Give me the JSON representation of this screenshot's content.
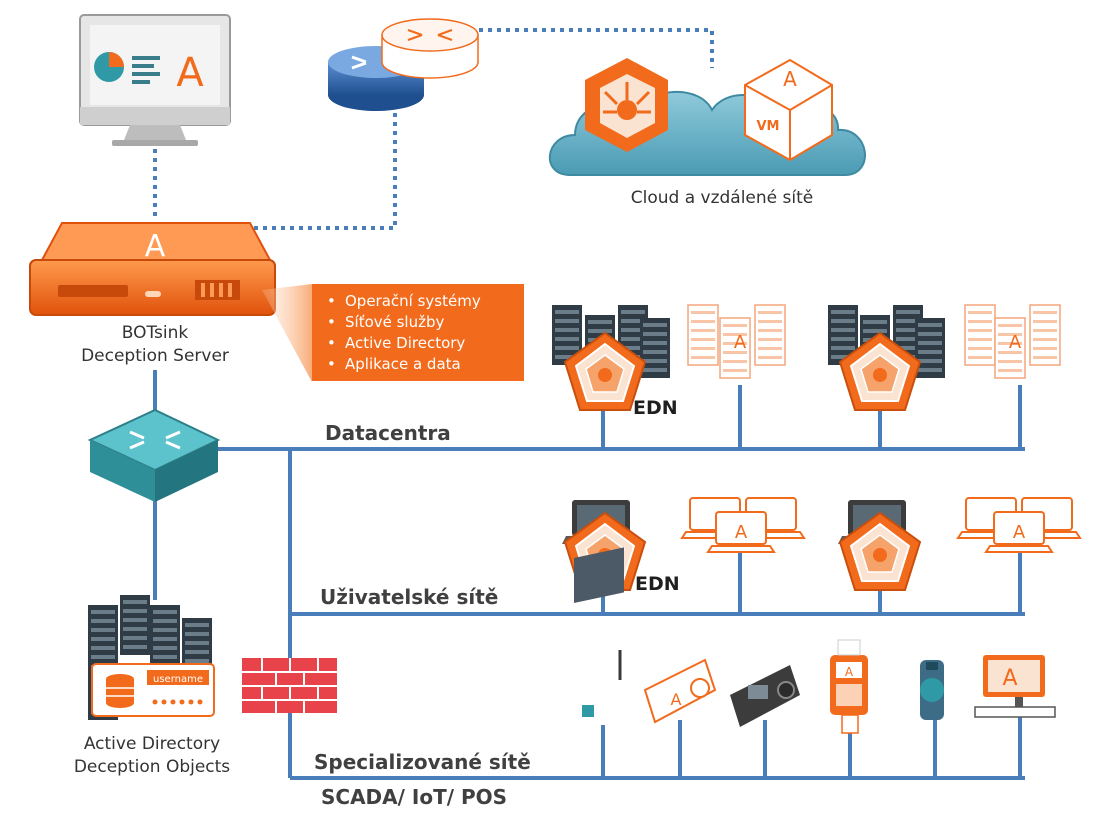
{
  "labels": {
    "cloud": "Cloud a vzdálené sítě",
    "botsink_line1": "BOTsink",
    "botsink_line2": "Deception Server",
    "ad_line1": "Active Directory",
    "ad_line2": "Deception Objects",
    "username": "username"
  },
  "info_box": {
    "items": [
      "Operační systémy",
      "Síťové služby",
      "Active Directory",
      "Aplikace a data"
    ]
  },
  "networks": {
    "datacentra": "Datacentra",
    "users": "Uživatelské sítě",
    "special": "Specializované sítě",
    "scada": "SCADA/ IoT/ POS"
  },
  "edn": {
    "datacenter": "EDN",
    "users": "EDN"
  },
  "logo_letter": "A",
  "vm_text": "VM",
  "colors": {
    "accent": "#f26a1b",
    "wire": "#4a7ebb",
    "cloud": "#6fb6c9",
    "switch": "#3a9ba8"
  }
}
